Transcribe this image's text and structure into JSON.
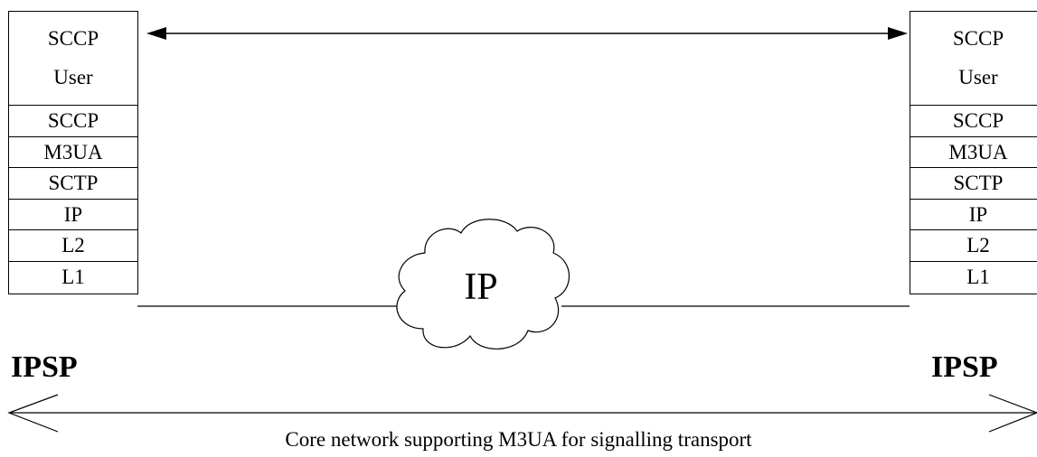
{
  "left_stack": {
    "sccp_user_line1": "SCCP",
    "sccp_user_line2": "User",
    "layers": [
      "SCCP",
      "M3UA",
      "SCTP",
      "IP",
      "L2",
      "L1"
    ]
  },
  "right_stack": {
    "sccp_user_line1": "SCCP",
    "sccp_user_line2": "User",
    "layers": [
      "SCCP",
      "M3UA",
      "SCTP",
      "IP",
      "L2",
      "L1"
    ]
  },
  "left_node_label": "IPSP",
  "right_node_label": "IPSP",
  "cloud_label": "IP",
  "caption": "Core network supporting M3UA for signalling transport"
}
